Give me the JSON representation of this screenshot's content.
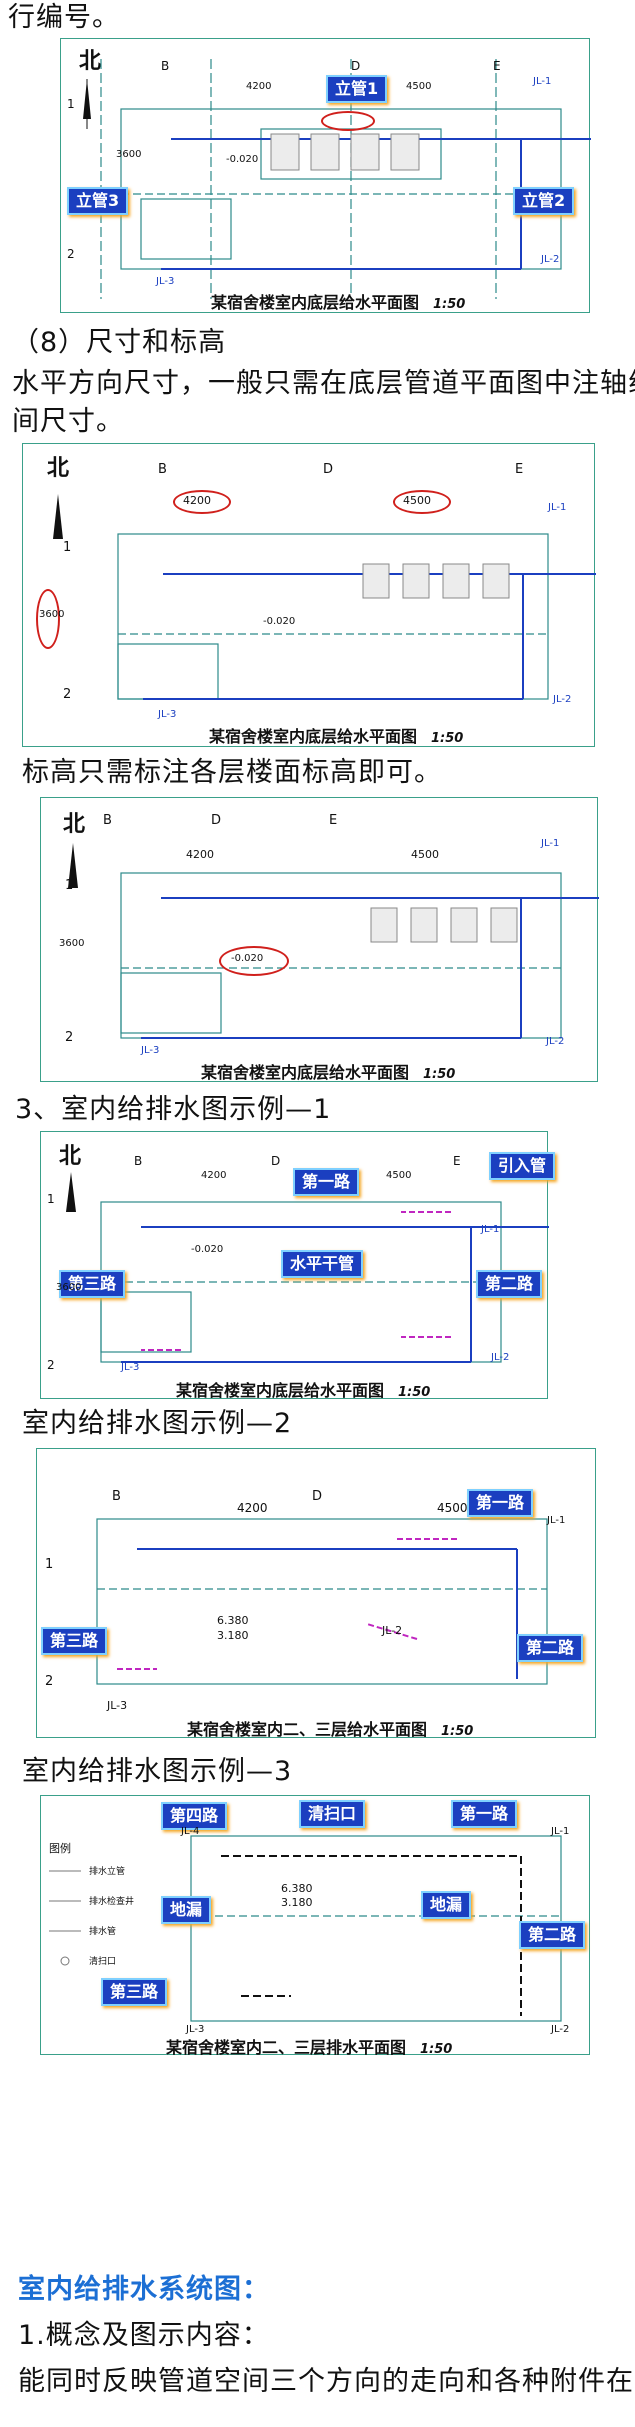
{
  "text": {
    "line_top": "行编号。",
    "section8": "（8）尺寸和标高",
    "dim_p1": "水平方向尺寸，一般只需在底层管道平面图中注轴线",
    "dim_p2": "间尺寸。",
    "elev_p": "标高只需标注各层楼面标高即可。",
    "example1": "3、室内给排水图示例—1",
    "example2": "室内给排水图示例—2",
    "example3": "室内给排水图示例—3",
    "system_heading": "室内给排水系统图：",
    "concept": "1.概念及图示内容：",
    "last_line": "能同时反映管道空间三个方向的走向和各种附件在"
  },
  "plan": {
    "north": "北",
    "axis_B": "B",
    "axis_D": "D",
    "axis_E": "E",
    "axis_1": "1",
    "axis_2": "2",
    "dim_4200": "4200",
    "dim_4500": "4500",
    "dim_3600": "3600",
    "elev": "-0.020",
    "jl1": "JL-1",
    "jl2": "JL-2",
    "jl3": "JL-3",
    "jl4": "JL-4",
    "el_6380": "6.380",
    "el_3180": "3.180",
    "title_ground": "某宿舍楼室内底层给水平面图",
    "title_upper": "某宿舍楼室内二、三层给水平面图",
    "title_drain": "某宿舍楼室内二、三层排水平面图",
    "scale": "1:50"
  },
  "callouts": {
    "riser1": "立管1",
    "riser2": "立管2",
    "riser3": "立管3",
    "route1": "第一路",
    "route2": "第二路",
    "route3": "第三路",
    "route4": "第四路",
    "inlet": "引入管",
    "main_h": "水平干管",
    "cleanout": "清扫口",
    "floor_drain": "地漏"
  },
  "legend": {
    "title": "图例",
    "items": [
      "排水立管",
      "排水检查井",
      "排水管",
      "清扫口"
    ]
  },
  "colors": {
    "frame": "#3aa08a",
    "pipe": "#1b3fc0",
    "callout": "#1b3fc0",
    "oval": "#d0201c",
    "heading": "#1c6fd4"
  }
}
